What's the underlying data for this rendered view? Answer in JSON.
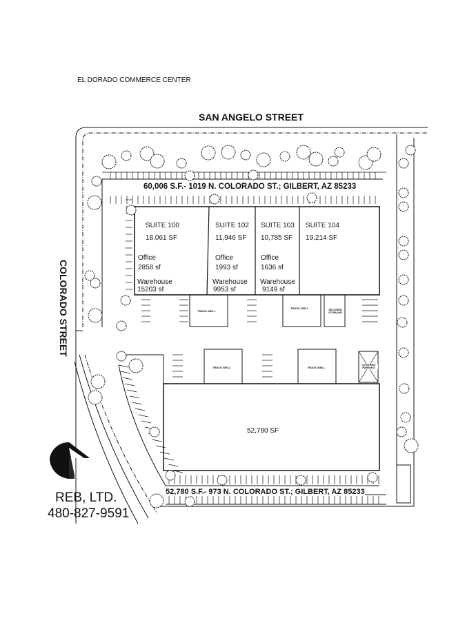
{
  "title": "EL DORADO COMMERCE CENTER",
  "streets": {
    "north": "SAN ANGELO STREET",
    "west": "COLORADO STREET"
  },
  "building_a": {
    "label": "60,006 S.F.- 1019 N. COLORADO ST.; GILBERT, AZ 85233",
    "suites": [
      {
        "name": "SUITE 100",
        "area": "18,061 SF",
        "office_label": "Office",
        "office": "2858 sf",
        "warehouse_label": "Warehouse",
        "warehouse": "15203 sf"
      },
      {
        "name": "SUITE 102",
        "area": "11,946 SF",
        "office_label": "Office",
        "office": "1993 sf",
        "warehouse_label": "Warehouse",
        "warehouse": "9953 sf"
      },
      {
        "name": "SUITE 103",
        "area": "10,785 SF",
        "office_label": "Office",
        "office": "1636 sf",
        "warehouse_label": "Warehouse",
        "warehouse": "9149 sf"
      },
      {
        "name": "SUITE 104",
        "area": "19,214 SF"
      }
    ],
    "truck_well": "TRUCK WELL",
    "secured_storage": "SECURED STORAGE"
  },
  "building_b": {
    "label": "52,780 S.F.- 973 N. COLORADO ST.; GILBERT, AZ 85233",
    "area": "52,780 SF",
    "truck_well": "TRUCK WELL",
    "covered_parking": "COVERED PARKING"
  },
  "company": {
    "name": "REB, LTD.",
    "phone": "480-827-9591"
  }
}
